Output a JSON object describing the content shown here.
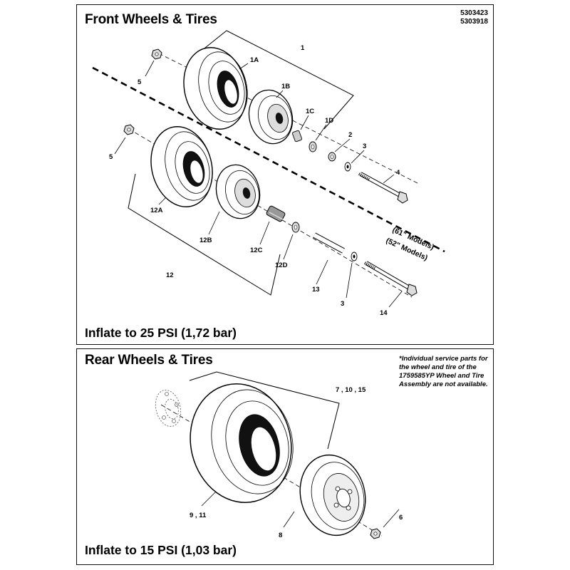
{
  "front": {
    "title": "Front Wheels & Tires",
    "part_numbers": [
      "5303423",
      "5303918"
    ],
    "inflate": "Inflate to 25 PSI (1,72 bar)",
    "models": {
      "top": "(61\" Models)",
      "bottom": "(52\" Models)"
    },
    "callouts": {
      "c1": "1",
      "c1A": "1A",
      "c1B": "1B",
      "c1C": "1C",
      "c1D": "1D",
      "c2": "2",
      "c3a": "3",
      "c4": "4",
      "c5a": "5",
      "c5b": "5",
      "c12A": "12A",
      "c12B": "12B",
      "c12C": "12C",
      "c12D": "12D",
      "c12": "12",
      "c13": "13",
      "c3b": "3",
      "c14": "14"
    }
  },
  "rear": {
    "title": "Rear Wheels & Tires",
    "note": "*Individual service parts for the wheel and tire of the 1759585YP Wheel and Tire Assembly are not available.",
    "inflate": "Inflate to 15 PSI (1,03 bar)",
    "callouts": {
      "c7": "7 , 10 , 15",
      "c9": "9 , 11",
      "c8": "8",
      "c6": "6"
    }
  }
}
